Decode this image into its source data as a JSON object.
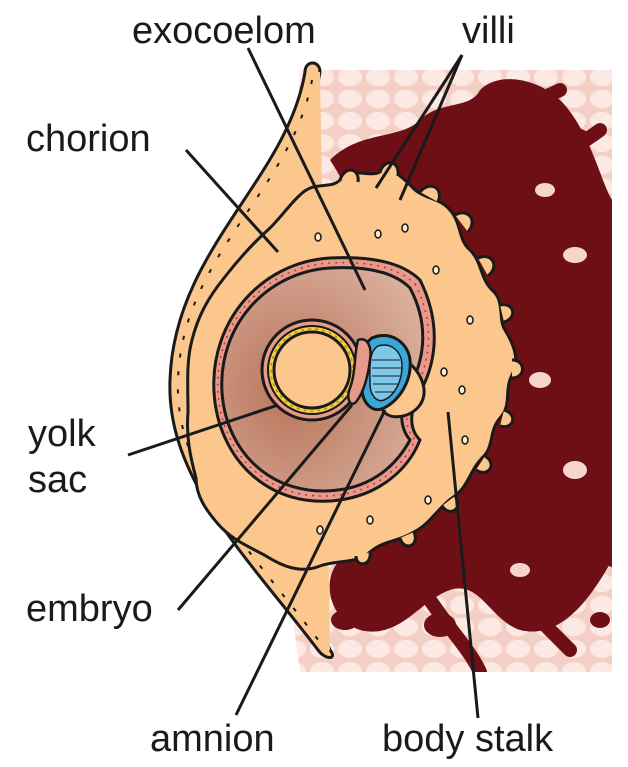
{
  "labels": {
    "exocoelom": "exocoelom",
    "villi": "villi",
    "chorion": "chorion",
    "yolk_line1": "yolk",
    "yolk_line2": "sac",
    "embryo": "embryo",
    "amnion": "amnion",
    "body_stalk": "body stalk"
  },
  "colors": {
    "uterine_tissue": "#f6d5cc",
    "tissue_cells": "#fbe8e2",
    "blood_lacunae": "#6e0f16",
    "trophoblast": "#fbc78c",
    "exocoelom_fill": "#c98f7a",
    "membrane_red": "#d9706c",
    "yolk_yellow": "#f2d24a",
    "amnion_blue": "#3ba7d6",
    "outline": "#1a1a1a"
  }
}
